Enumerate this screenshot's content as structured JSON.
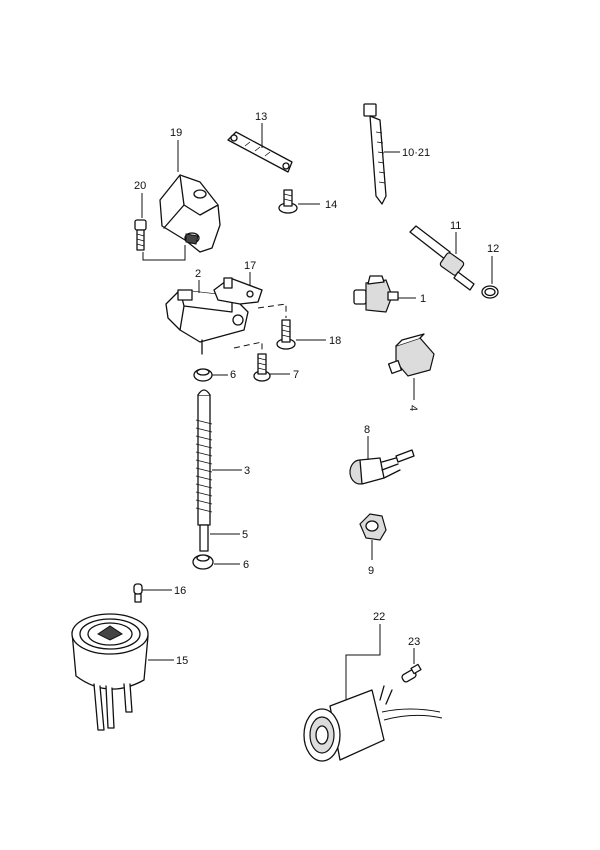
{
  "callouts": {
    "c1": "1",
    "c2": "2",
    "c3": "3",
    "c4": "4",
    "c5": "5",
    "c6a": "6",
    "c6b": "6",
    "c7": "7",
    "c8": "8",
    "c9": "9",
    "c10_21": "10·21",
    "c11": "11",
    "c12": "12",
    "c13": "13",
    "c14": "14",
    "c15": "15",
    "c16": "16",
    "c17": "17",
    "c18": "18",
    "c19": "19",
    "c20": "20",
    "c22": "22",
    "c23": "23"
  }
}
